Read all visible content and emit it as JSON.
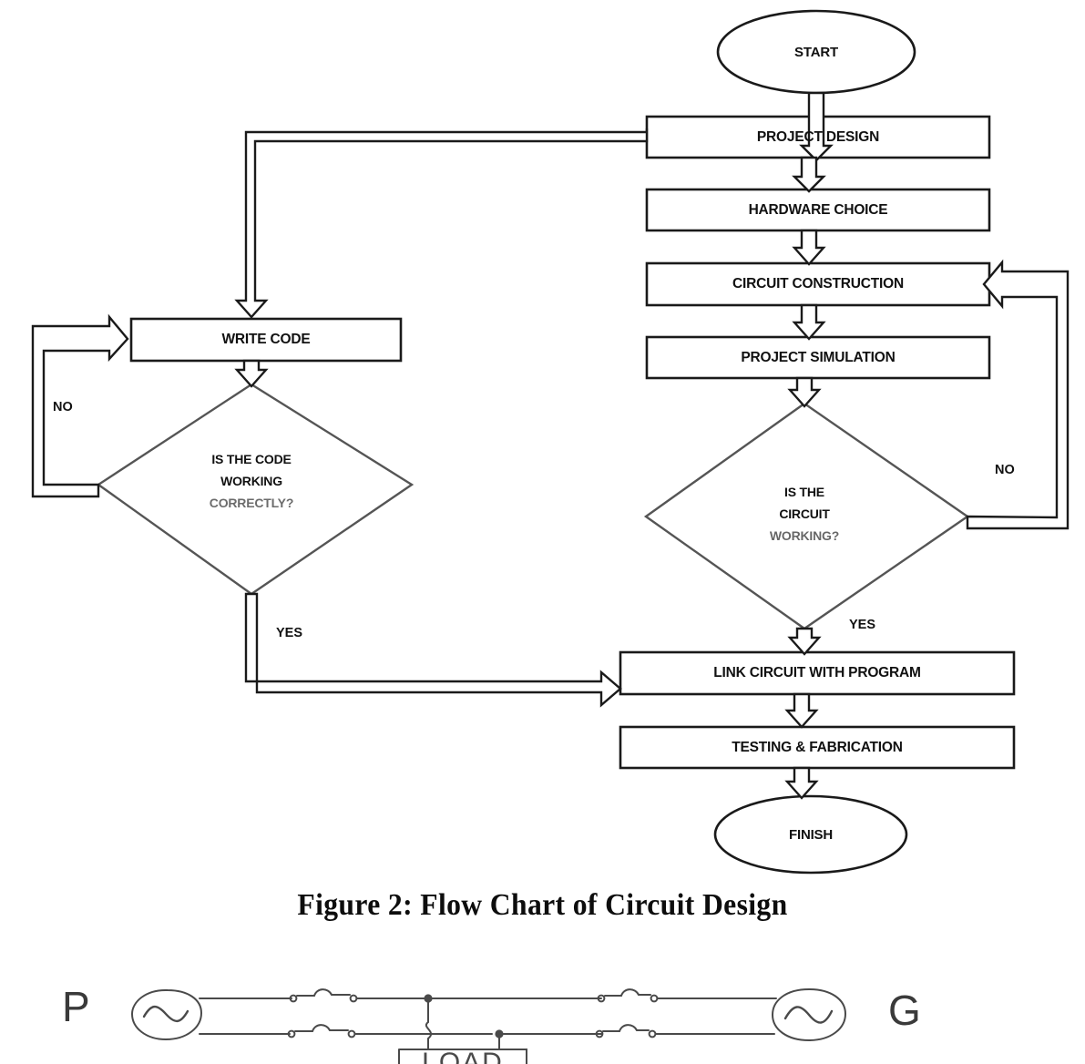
{
  "figure": {
    "caption": "Figure 2:  Flow Chart of Circuit Design"
  },
  "flowchart": {
    "title": "Flow Chart of Circuit Design",
    "nodes": {
      "start": {
        "id": "start",
        "shape": "oval",
        "label": "START"
      },
      "project_design": {
        "id": "project_design",
        "shape": "process",
        "label": "PROJECT DESIGN"
      },
      "hardware_choice": {
        "id": "hardware_choice",
        "shape": "process",
        "label": "HARDWARE CHOICE"
      },
      "circuit_construction": {
        "id": "circuit_construction",
        "shape": "process",
        "label": "CIRCUIT CONSTRUCTION"
      },
      "project_simulation": {
        "id": "project_simulation",
        "shape": "process",
        "label": "PROJECT SIMULATION"
      },
      "write_code": {
        "id": "write_code",
        "shape": "process",
        "label": "WRITE CODE"
      },
      "code_decision": {
        "id": "code_decision",
        "shape": "decision",
        "line1": "IS THE CODE",
        "line2": "WORKING",
        "line3": "CORRECTLY?"
      },
      "circuit_decision": {
        "id": "circuit_decision",
        "shape": "decision",
        "line1": "IS THE",
        "line2": "CIRCUIT",
        "line3": "WORKING?"
      },
      "link_circuit": {
        "id": "link_circuit",
        "shape": "process",
        "label": "LINK CIRCUIT WITH PROGRAM"
      },
      "testing": {
        "id": "testing",
        "shape": "process",
        "label": "TESTING & FABRICATION"
      },
      "finish": {
        "id": "finish",
        "shape": "oval",
        "label": "FINISH"
      }
    },
    "edge_labels": {
      "code_no": "NO",
      "code_yes": "YES",
      "circuit_no": "NO",
      "circuit_yes": "YES"
    },
    "edges": [
      {
        "from": "start",
        "to": "project_design",
        "label": ""
      },
      {
        "from": "project_design",
        "to": "hardware_choice",
        "label": ""
      },
      {
        "from": "project_design",
        "to": "write_code",
        "label": ""
      },
      {
        "from": "hardware_choice",
        "to": "circuit_construction",
        "label": ""
      },
      {
        "from": "circuit_construction",
        "to": "project_simulation",
        "label": ""
      },
      {
        "from": "project_simulation",
        "to": "circuit_decision",
        "label": ""
      },
      {
        "from": "write_code",
        "to": "code_decision",
        "label": ""
      },
      {
        "from": "code_decision",
        "to": "write_code",
        "label": "NO"
      },
      {
        "from": "code_decision",
        "to": "link_circuit",
        "label": "YES"
      },
      {
        "from": "circuit_decision",
        "to": "circuit_construction",
        "label": "NO"
      },
      {
        "from": "circuit_decision",
        "to": "link_circuit",
        "label": "YES"
      },
      {
        "from": "link_circuit",
        "to": "testing",
        "label": ""
      },
      {
        "from": "testing",
        "to": "finish",
        "label": ""
      }
    ],
    "colors": {
      "stroke": "#1a1a1a",
      "fill": "#ffffff",
      "text": "#111111"
    }
  },
  "circuit_diagram": {
    "source_label": "P",
    "generator_label": "G",
    "load_label": "LOAD",
    "stroke": "#4a4a4a"
  }
}
